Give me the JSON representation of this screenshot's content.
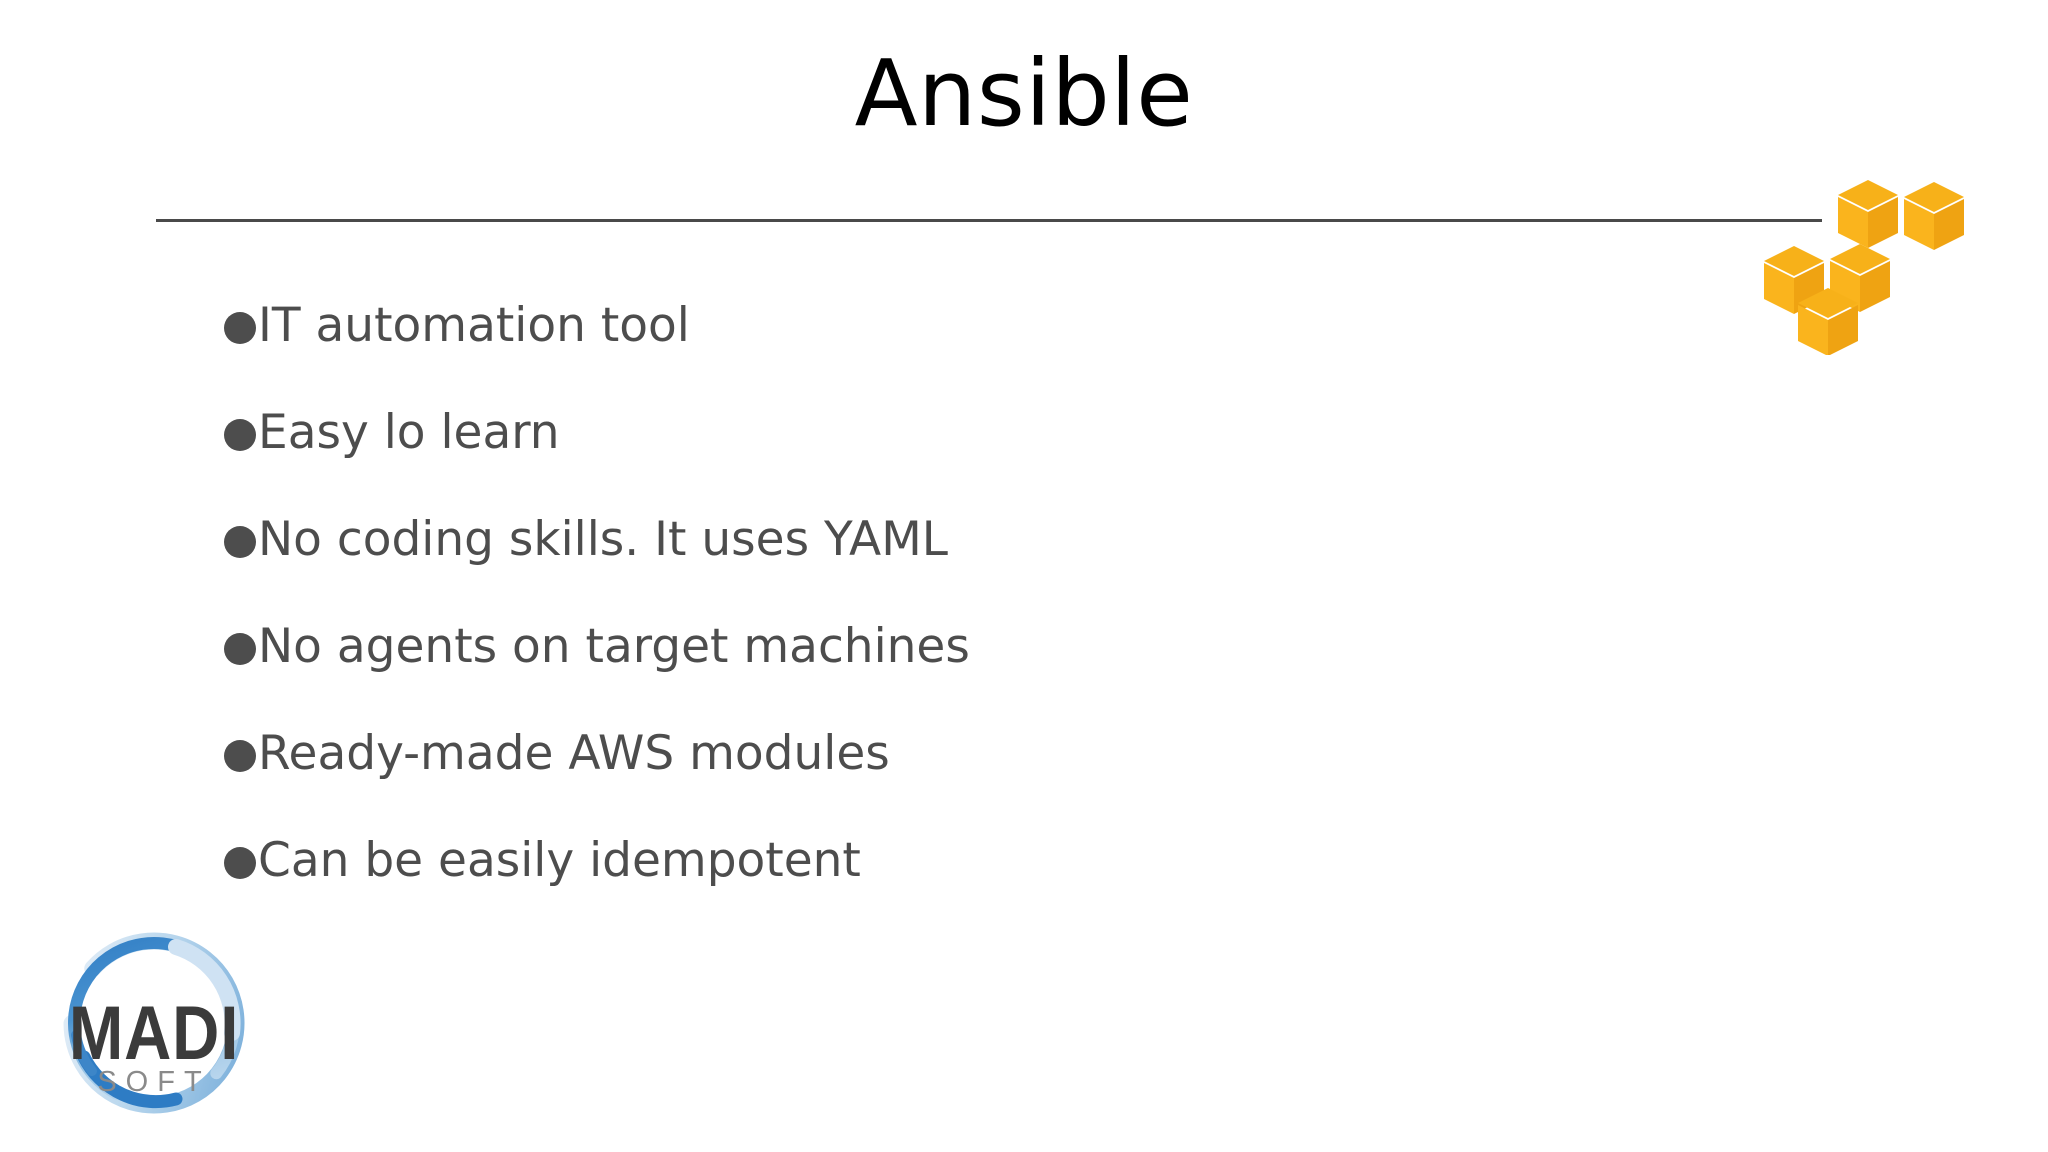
{
  "slide": {
    "title": "Ansible",
    "bullets": [
      {
        "text": "IT automation tool"
      },
      {
        "text": "Easy lo learn"
      },
      {
        "text": "No coding skills. It uses YAML"
      },
      {
        "text": "No agents on target machines"
      },
      {
        "text": "Ready-made AWS modules"
      },
      {
        "text": "Can be easily idempotent"
      }
    ]
  },
  "branding": {
    "aws_logo": {
      "icon": "aws-cubes-icon",
      "cube_count": 5,
      "colors": {
        "top": "#F7B119",
        "left": "#F9B21C",
        "right": "#F0A313"
      }
    },
    "madi_logo": {
      "icon": "madi-soft-logo-icon",
      "primary_text": "MADI",
      "secondary_text": "SOFT",
      "colors": {
        "ring_dark": "#2E7CC4",
        "ring_mid": "#77AEDC",
        "ring_light": "#C7DEF2",
        "word": "#3B3B3B",
        "subword": "#8A8A8A"
      }
    }
  },
  "theme": {
    "background": "#FFFFFF",
    "title_color": "#000000",
    "body_color": "#4D4D4D",
    "divider_color": "#4A4A4A"
  }
}
